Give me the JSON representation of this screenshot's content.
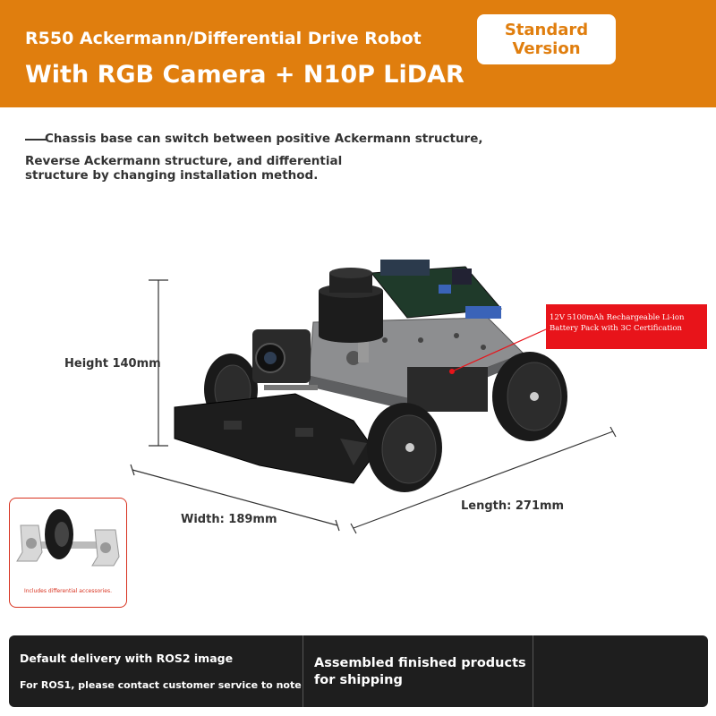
{
  "header": {
    "title_line1": "R550 Ackermann/Differential Drive Robot",
    "title_line2": "With RGB Camera + N10P LiDAR",
    "badge_line1": "Standard",
    "badge_line2": "Version"
  },
  "description": {
    "line1": "Chassis base can switch between positive Ackermann structure,",
    "line2": "Reverse Ackermann structure, and differential structure by changing installation method."
  },
  "dimensions": {
    "height": "Height 140mm",
    "width": "Width: 189mm",
    "length": "Length: 271mm"
  },
  "callout": {
    "text": "12V 5100mAh Rechargeable Li-ion Battery Pack with 3C Certification"
  },
  "inset": {
    "caption": "Includes differential accessories."
  },
  "footer": {
    "left_line1": "Default delivery with ROS2 image",
    "left_line2": "For ROS1, please contact customer service to note",
    "middle": "Assembled finished products for shipping"
  },
  "colors": {
    "header": "#e07e0e",
    "callout": "#e8141a",
    "footer": "#1e1e1e"
  }
}
